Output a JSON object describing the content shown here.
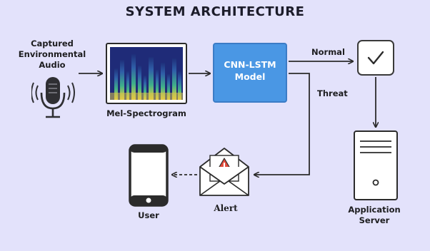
{
  "title": "SYSTEM ARCHITECTURE",
  "nodes": {
    "audio": {
      "label": "Captured\nEnvironmental\nAudio",
      "icon": "microphone-icon"
    },
    "spectrogram": {
      "label": "Mel-Spectrogram"
    },
    "model": {
      "label": "CNN-LSTM\nModel"
    },
    "normal_result": {
      "icon": "checkmark-icon"
    },
    "server": {
      "label": "Application\nServer",
      "icon": "server-icon"
    },
    "alert": {
      "label": "Alert",
      "icon": "warning-envelope-icon"
    },
    "user": {
      "label": "User",
      "icon": "smartphone-icon"
    }
  },
  "edges": [
    {
      "from": "audio",
      "to": "spectrogram",
      "label": ""
    },
    {
      "from": "spectrogram",
      "to": "model",
      "label": ""
    },
    {
      "from": "model",
      "to": "normal_result",
      "label": "Normal"
    },
    {
      "from": "model",
      "to": "alert",
      "label": "Threat"
    },
    {
      "from": "normal_result",
      "to": "server",
      "label": ""
    },
    {
      "from": "alert",
      "to": "user",
      "label": "",
      "style": "dashed"
    }
  ],
  "colors": {
    "background": "#e3e2fb",
    "model_fill": "#4a97e4",
    "alert_red": "#e24b3c",
    "stroke": "#2b2b2b"
  }
}
